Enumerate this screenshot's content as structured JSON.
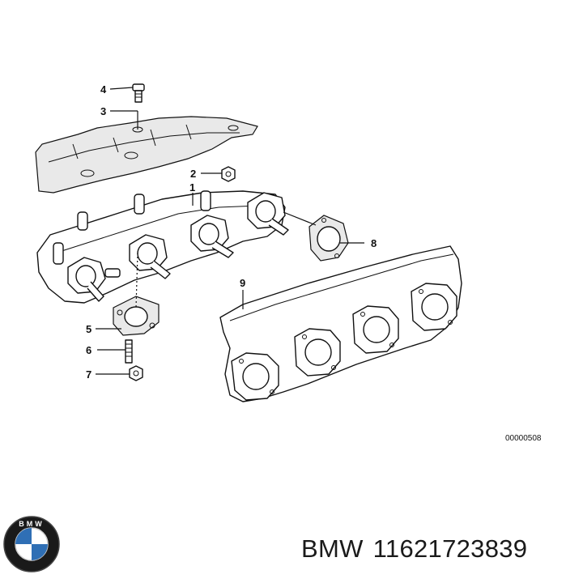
{
  "diagram": {
    "callouts": [
      {
        "id": "callout-1",
        "label": "1"
      },
      {
        "id": "callout-2",
        "label": "2"
      },
      {
        "id": "callout-3",
        "label": "3"
      },
      {
        "id": "callout-4",
        "label": "4"
      },
      {
        "id": "callout-5",
        "label": "5"
      },
      {
        "id": "callout-6",
        "label": "6"
      },
      {
        "id": "callout-7",
        "label": "7"
      },
      {
        "id": "callout-8",
        "label": "8"
      },
      {
        "id": "callout-9",
        "label": "9"
      }
    ],
    "reference_code": "00000508"
  },
  "caption": {
    "brand": "BMW",
    "part_number": "11621723839"
  },
  "logo": {
    "name": "bmw-roundel-logo",
    "letters": "BMW",
    "colors": {
      "ring": "#1a1a1a",
      "blue": "#2f6fb5",
      "white": "#ffffff"
    }
  }
}
